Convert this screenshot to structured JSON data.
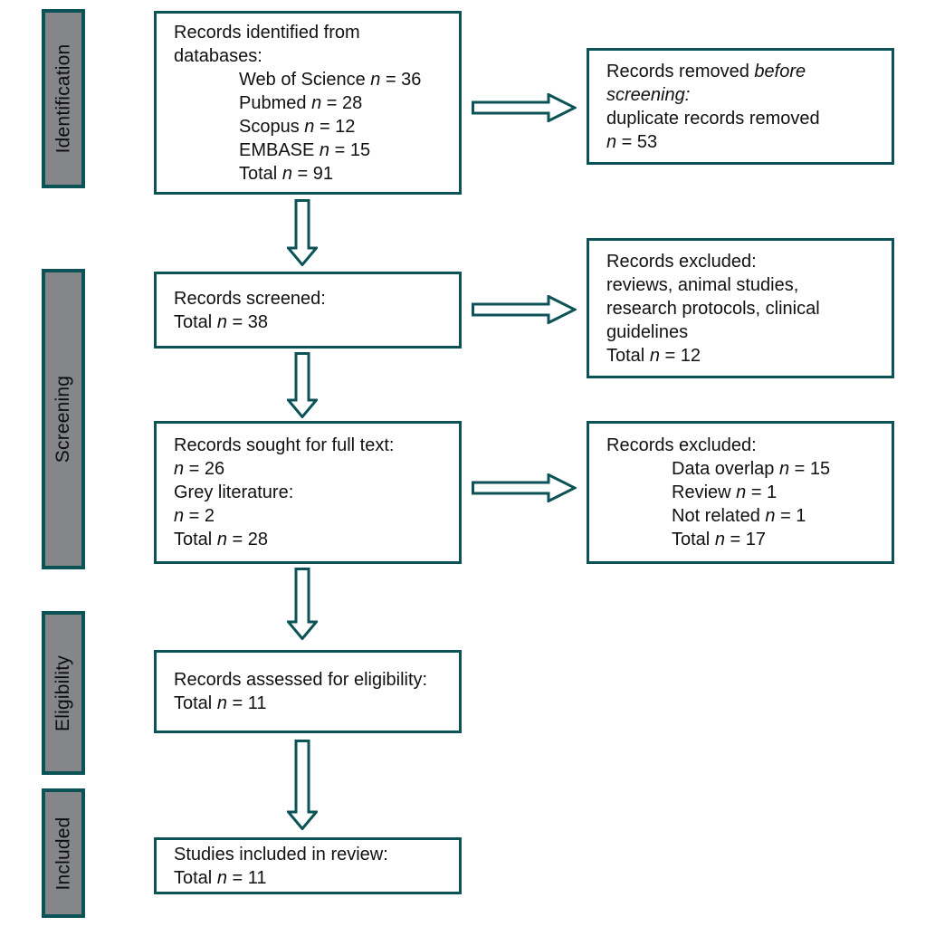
{
  "palette": {
    "teal": "#0b5357",
    "sidebar_fill": "#848689",
    "box_fill": "#ffffff",
    "text": "#111111"
  },
  "sidebar": {
    "identification": "Identification",
    "screening": "Screening",
    "eligibility": "Eligibility",
    "included": "Included"
  },
  "boxes": {
    "identified": {
      "lines": [
        {
          "text": "Records identified from",
          "indent": false
        },
        {
          "text": "databases:",
          "indent": false
        },
        {
          "text": "Web of Science *n* = 36",
          "indent": true
        },
        {
          "text": "Pubmed *n* = 28",
          "indent": true
        },
        {
          "text": "Scopus *n* = 12",
          "indent": true
        },
        {
          "text": "EMBASE *n* = 15",
          "indent": true
        },
        {
          "text": "Total *n* = 91",
          "indent": true
        }
      ]
    },
    "removed": {
      "lines": [
        {
          "text": "Records removed *before*",
          "indent": false
        },
        {
          "text": "*screening:*",
          "indent": false
        },
        {
          "text": "duplicate records removed",
          "indent": false
        },
        {
          "text": "*n* = 53",
          "indent": false
        }
      ]
    },
    "screened": {
      "lines": [
        {
          "text": "Records screened:",
          "indent": false
        },
        {
          "text": "Total *n* = 38",
          "indent": false
        }
      ]
    },
    "excluded_screening": {
      "lines": [
        {
          "text": "Records excluded:",
          "indent": false
        },
        {
          "text": "reviews, animal studies,",
          "indent": false
        },
        {
          "text": "research protocols, clinical",
          "indent": false
        },
        {
          "text": "guidelines",
          "indent": false
        },
        {
          "text": "Total *n* = 12",
          "indent": false
        }
      ]
    },
    "sought": {
      "lines": [
        {
          "text": "Records sought for full text:",
          "indent": false
        },
        {
          "text": "*n* = 26",
          "indent": false
        },
        {
          "text": "Grey literature:",
          "indent": false
        },
        {
          "text": "*n* = 2",
          "indent": false
        },
        {
          "text": "Total *n* = 28",
          "indent": false
        }
      ]
    },
    "excluded_fulltext": {
      "lines": [
        {
          "text": "Records excluded:",
          "indent": false
        },
        {
          "text": "Data overlap *n* = 15",
          "indent": true
        },
        {
          "text": "Review *n* = 1",
          "indent": true
        },
        {
          "text": "Not related *n* = 1",
          "indent": true
        },
        {
          "text": "Total *n* = 17",
          "indent": true
        }
      ]
    },
    "assessed": {
      "lines": [
        {
          "text": "Records assessed for eligibility:",
          "indent": false
        },
        {
          "text": "Total *n* = 11",
          "indent": false
        }
      ]
    },
    "included_review": {
      "lines": [
        {
          "text": "Studies included in review:",
          "indent": false
        },
        {
          "text": "Total *n* = 11",
          "indent": false
        }
      ]
    }
  },
  "icons": {
    "down_arrow": "down-arrow-icon",
    "right_arrow": "right-arrow-icon"
  }
}
